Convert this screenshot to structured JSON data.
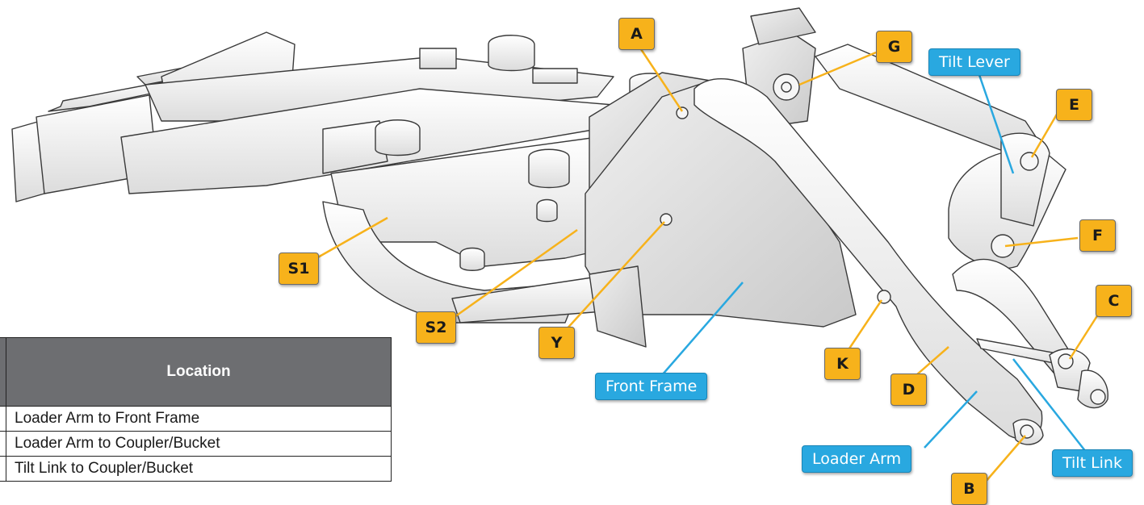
{
  "colors": {
    "tag_fill": "#f7b21b",
    "label_fill": "#29a8e0",
    "frame": "#f2f2f2",
    "edge": "#3a3a3a",
    "table_header": "#6d6e71"
  },
  "tags": {
    "A": "A",
    "G": "G",
    "E": "E",
    "F": "F",
    "C": "C",
    "S1": "S1",
    "S2": "S2",
    "Y": "Y",
    "K": "K",
    "D": "D",
    "B": "B"
  },
  "labels": {
    "tilt_lever": "Tilt Lever",
    "front_frame": "Front Frame",
    "loader_arm": "Loader Arm",
    "tilt_link": "Tilt Link"
  },
  "table": {
    "header": [
      "",
      "Location"
    ],
    "rows": [
      [
        "",
        "Loader Arm to Front Frame"
      ],
      [
        "",
        "Loader Arm to Coupler/Bucket"
      ],
      [
        "",
        "Tilt Link to Coupler/Bucket"
      ]
    ]
  }
}
